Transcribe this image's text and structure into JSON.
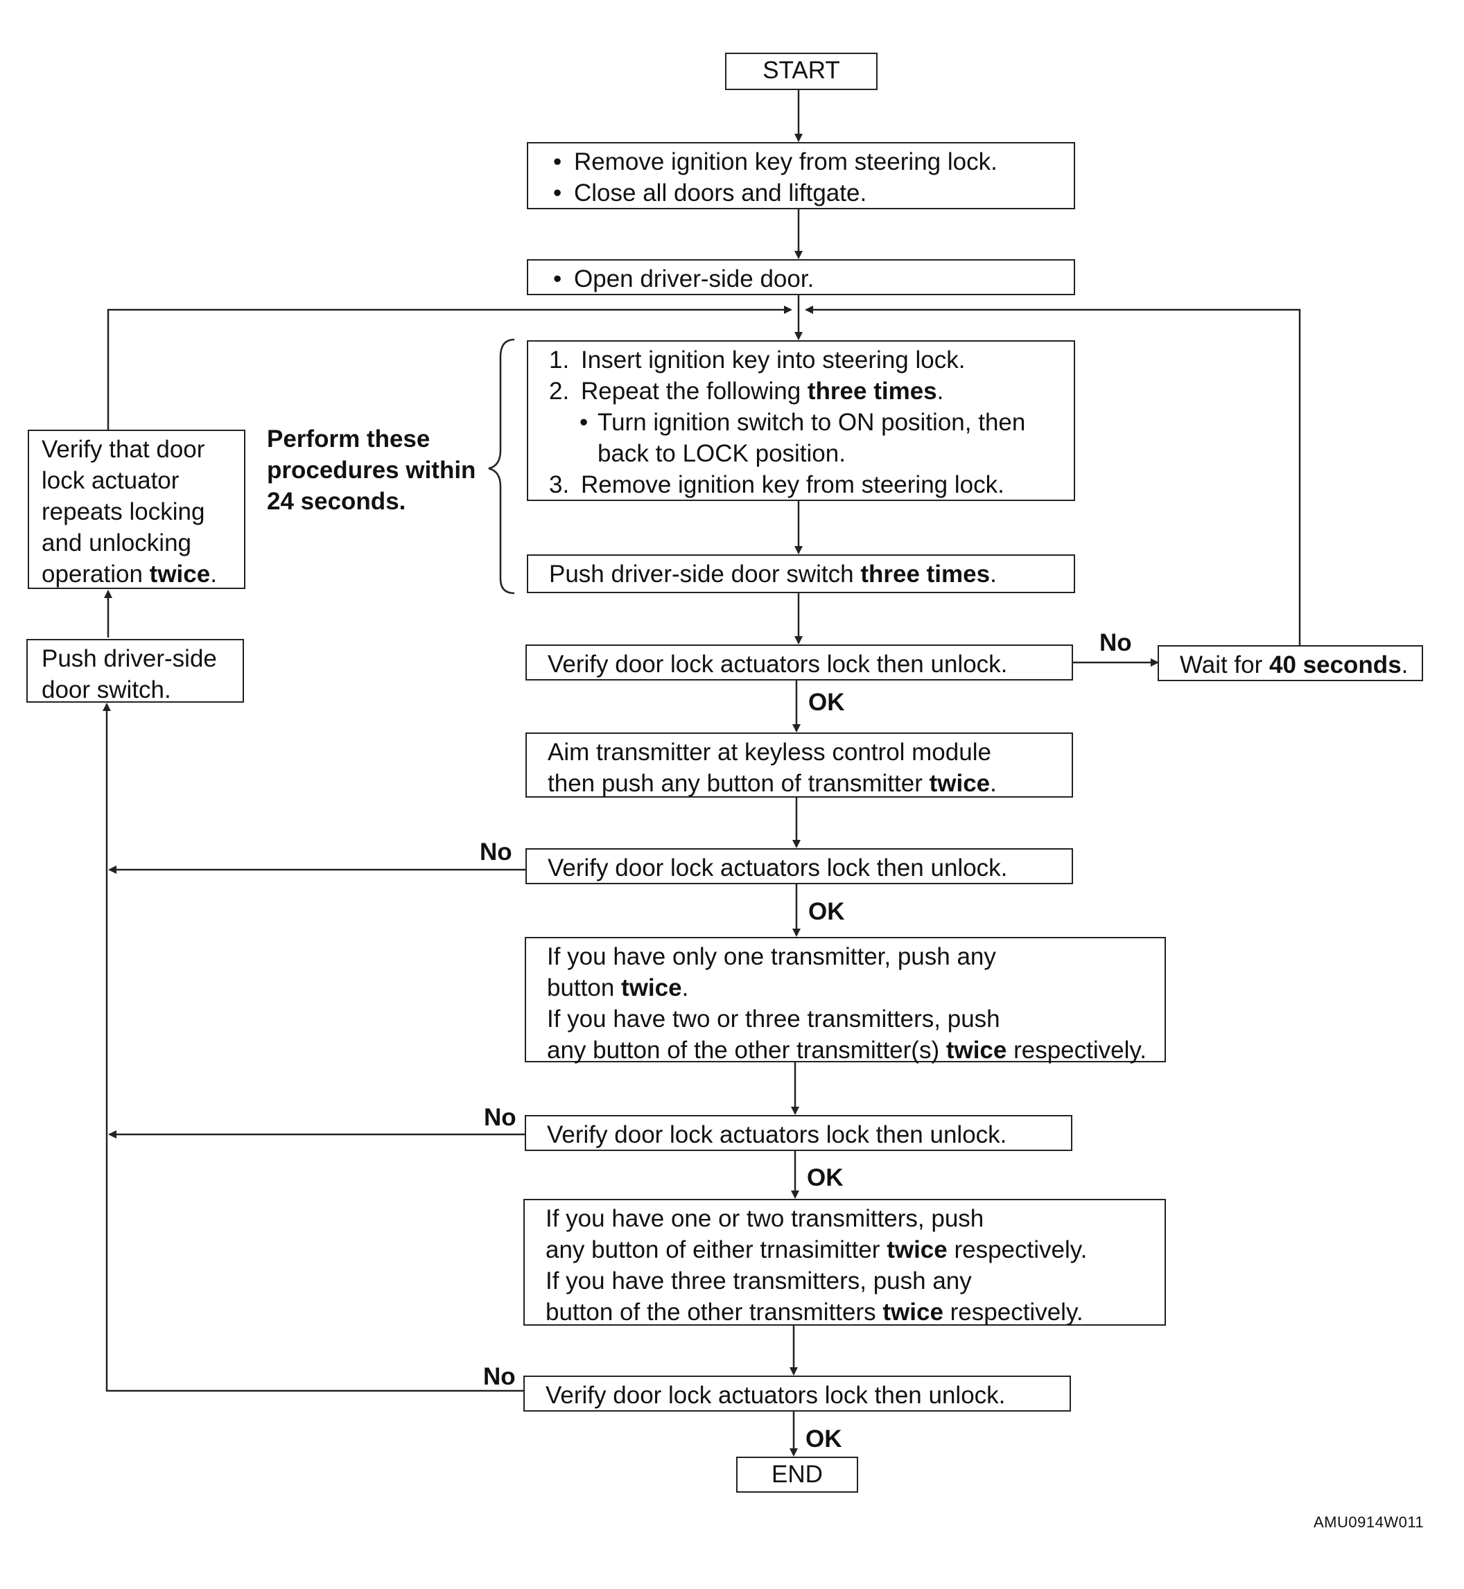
{
  "start": "START",
  "end": "END",
  "step1": {
    "bullets": [
      "Remove ignition key from steering lock.",
      "Close all doors and liftgate."
    ]
  },
  "step2": {
    "bullet": "Open driver-side door."
  },
  "step3": {
    "line1_num": "1.",
    "line1": "Insert ignition key into steering lock.",
    "line2_num": "2.",
    "line2_pre": "Repeat the following ",
    "line2_bold": "three times",
    "line2_post": ".",
    "sub_line1": "Turn ignition switch to ON position, then",
    "sub_line2": "back to LOCK position.",
    "line3_num": "3.",
    "line3": "Remove ignition key from steering lock."
  },
  "step4": {
    "pre": "Push driver-side door switch ",
    "bold": "three times",
    "post": "."
  },
  "note": {
    "lines": [
      "Perform these",
      "procedures within",
      "24 seconds."
    ]
  },
  "verify_text": "Verify door lock actuators lock then unlock.",
  "wait": {
    "pre": "Wait for ",
    "bold": "40 seconds",
    "post": "."
  },
  "step6": {
    "line1": "Aim transmitter at keyless control module",
    "line2_pre": "then push any button of transmitter ",
    "line2_bold": "twice",
    "line2_post": "."
  },
  "step8": {
    "line1": "If you have only one transmitter, push any",
    "line2_pre": "button ",
    "line2_bold": "twice",
    "line2_post": ".",
    "line3": "If you have two or three transmitters, push",
    "line4_pre": "any button of the other transmitter(s) ",
    "line4_bold": "twice",
    "line4_post": " respectively."
  },
  "step10": {
    "line1": "If you have one or two transmitters, push",
    "line2_pre": "any button of either trnasimitter ",
    "line2_bold": "twice",
    "line2_post": " respectively.",
    "line3": "If you have three transmitters, push any",
    "line4_pre": "button of the other transmitters ",
    "line4_bold": "twice",
    "line4_post": " respectively."
  },
  "push_door": {
    "line1": "Push driver-side",
    "line2": "door switch."
  },
  "verify_twice": {
    "lines": [
      "Verify that door",
      "lock actuator",
      "repeats locking",
      "and unlocking"
    ],
    "last_pre": "operation ",
    "last_bold": "twice",
    "last_post": "."
  },
  "labels": {
    "no": "No",
    "ok": "OK"
  },
  "figure_code": "AMU0914W011"
}
